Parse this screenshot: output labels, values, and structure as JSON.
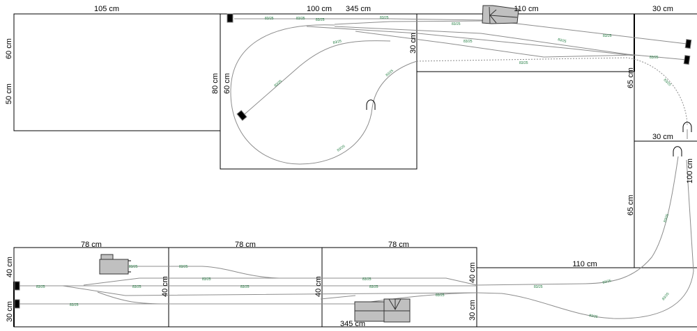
{
  "dimensions": {
    "top_105": "105 cm",
    "top_100": "100 cm",
    "top_345": "345 cm",
    "top_110": "110 cm",
    "top_30": "30 cm",
    "left_60": "60 cm",
    "left_50": "50 cm",
    "loop_80": "80 cm",
    "loop_60": "60 cm",
    "mid_30": "30 cm",
    "right_65a": "65 cm",
    "right_30": "30 cm",
    "right_100": "100 cm",
    "right_65b": "65 cm",
    "bottom_110": "110 cm",
    "bottom_78a": "78 cm",
    "bottom_78b": "78 cm",
    "bottom_78c": "78 cm",
    "bl_30": "30 cm",
    "bl_40": "40 cm",
    "b_40a": "40 cm",
    "b_40b": "40 cm",
    "br_30": "30 cm",
    "br_40": "40 cm",
    "bottom_345": "345 cm"
  },
  "track_labels": [
    "83/25",
    "83/25",
    "83/25",
    "83/25",
    "83/25",
    "83/25",
    "83/25",
    "83/25",
    "83/25",
    "83/25",
    "83/25",
    "83/25",
    "83/25",
    "83/25",
    "83/25",
    "83/25",
    "83/25",
    "83/25",
    "83/25",
    "83/25",
    "83/25",
    "83/25",
    "83/25",
    "83/25",
    "83/25",
    "83/25",
    "83/25",
    "83/25",
    "83/25",
    "83/25"
  ],
  "colors": {
    "board": "#000000",
    "track": "#8c8c8c",
    "label": "#1c7a3c",
    "building": "#c0c0c0"
  }
}
